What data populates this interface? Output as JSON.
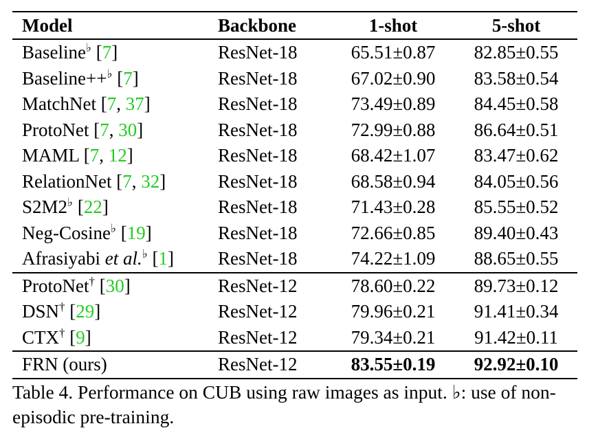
{
  "table": {
    "columns": [
      "Model",
      "Backbone",
      "1-shot",
      "5-shot"
    ],
    "rows": [
      {
        "name": "Baseline",
        "name_suffix": "",
        "mark": "♭",
        "cites": [
          "7"
        ],
        "backbone": "ResNet-18",
        "one_shot": "65.51±0.87",
        "five_shot": "82.85±0.55",
        "group": 1
      },
      {
        "name": "Baseline++",
        "name_suffix": "",
        "mark": "♭",
        "cites": [
          "7"
        ],
        "backbone": "ResNet-18",
        "one_shot": "67.02±0.90",
        "five_shot": "83.58±0.54",
        "group": 1
      },
      {
        "name": "MatchNet",
        "name_suffix": "",
        "mark": "",
        "cites": [
          "7",
          "37"
        ],
        "backbone": "ResNet-18",
        "one_shot": "73.49±0.89",
        "five_shot": "84.45±0.58",
        "group": 1
      },
      {
        "name": "ProtoNet",
        "name_suffix": "",
        "mark": "",
        "cites": [
          "7",
          "30"
        ],
        "backbone": "ResNet-18",
        "one_shot": "72.99±0.88",
        "five_shot": "86.64±0.51",
        "group": 1
      },
      {
        "name": "MAML",
        "name_suffix": "",
        "mark": "",
        "cites": [
          "7",
          "12"
        ],
        "backbone": "ResNet-18",
        "one_shot": "68.42±1.07",
        "five_shot": "83.47±0.62",
        "group": 1
      },
      {
        "name": "RelationNet",
        "name_suffix": "",
        "mark": "",
        "cites": [
          "7",
          "32"
        ],
        "backbone": "ResNet-18",
        "one_shot": "68.58±0.94",
        "five_shot": "84.05±0.56",
        "group": 1
      },
      {
        "name": "S2M2",
        "name_suffix": "",
        "mark": "♭",
        "cites": [
          "22"
        ],
        "backbone": "ResNet-18",
        "one_shot": "71.43±0.28",
        "five_shot": "85.55±0.52",
        "group": 1
      },
      {
        "name": "Neg-Cosine",
        "name_suffix": "",
        "mark": "♭",
        "cites": [
          "19"
        ],
        "backbone": "ResNet-18",
        "one_shot": "72.66±0.85",
        "five_shot": "89.40±0.43",
        "group": 1
      },
      {
        "name": "Afrasiyabi ",
        "name_suffix": "et al.",
        "mark": "♭",
        "cites": [
          "1"
        ],
        "backbone": "ResNet-18",
        "one_shot": "74.22±1.09",
        "five_shot": "88.65±0.55",
        "group": 1
      },
      {
        "name": "ProtoNet",
        "name_suffix": "",
        "mark": "†",
        "cites": [
          "30"
        ],
        "backbone": "ResNet-12",
        "one_shot": "78.60±0.22",
        "five_shot": "89.73±0.12",
        "group": 2
      },
      {
        "name": "DSN",
        "name_suffix": "",
        "mark": "†",
        "cites": [
          "29"
        ],
        "backbone": "ResNet-12",
        "one_shot": "79.96±0.21",
        "five_shot": "91.41±0.34",
        "group": 2
      },
      {
        "name": "CTX",
        "name_suffix": "",
        "mark": "†",
        "cites": [
          "9"
        ],
        "backbone": "ResNet-12",
        "one_shot": "79.34±0.21",
        "five_shot": "91.42±0.11",
        "group": 2
      },
      {
        "name": "FRN (ours)",
        "name_suffix": "",
        "mark": "",
        "cites": [],
        "backbone": "ResNet-12",
        "one_shot": "83.55±0.19",
        "five_shot": "92.92±0.10",
        "group": 3,
        "bold_results": true
      }
    ]
  },
  "caption": "Table 4. Performance on CUB using raw images as input. ♭: use of non-episodic pre-training."
}
